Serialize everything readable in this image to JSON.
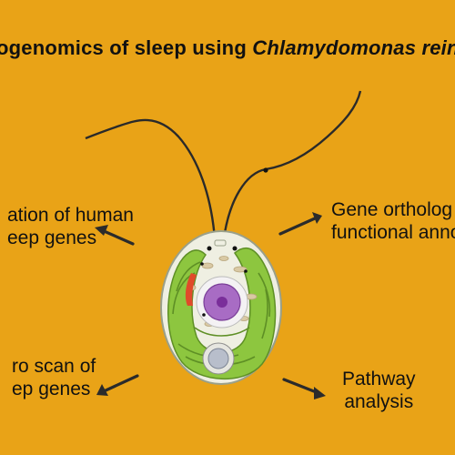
{
  "title": {
    "prefix": "ogenomics of sleep using ",
    "italic": "Chlamydomonas reinh"
  },
  "labels": {
    "top_left": [
      "ation of human",
      "eep genes"
    ],
    "top_right": [
      "Gene ortholog",
      "functional annot"
    ],
    "bottom_left": [
      "ro scan of",
      "ep genes"
    ],
    "bottom_right": [
      "Pathway",
      "analysis"
    ]
  },
  "colors": {
    "background": "#E9A317",
    "cell_wall": "#F1F1E4",
    "chloroplast": "#8DC63F",
    "nucleus": "#9B59B6",
    "nucleolus": "#7A2E9A",
    "pyrenoid": "#B0B8C8",
    "eyespot": "#E04A2A",
    "arrow": "#2B2B2B"
  },
  "icons": {
    "arrows": [
      "arrow-up-left-icon",
      "arrow-up-right-icon",
      "arrow-down-left-icon",
      "arrow-down-right-icon"
    ]
  }
}
